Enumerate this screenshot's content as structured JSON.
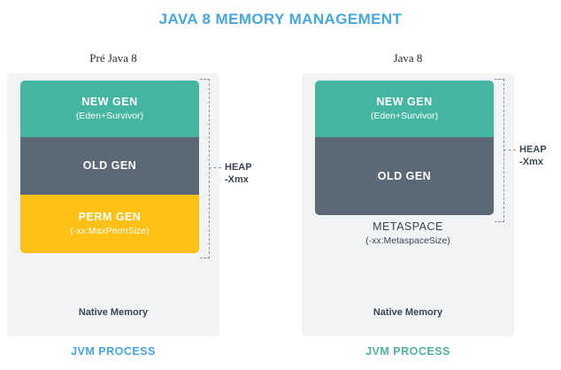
{
  "title": "JAVA 8 MEMORY MANAGEMENT",
  "colors": {
    "title_blue": "#45a8e0",
    "new_gen": "#44b5a0",
    "old_gen": "#5b6875",
    "perm_gen": "#fdc016",
    "container_gray": "#f2f3f5",
    "text_dark": "#3b4654",
    "bracket_gray": "#8d95a0",
    "jvm_process_left": "#45a8e0",
    "jvm_process_right": "#4fb3a0"
  },
  "columns": [
    {
      "heading": "Pré Java 8",
      "blocks": [
        {
          "title": "NEW GEN",
          "sub": "(Eden+Survivor)",
          "color_key": "new_gen"
        },
        {
          "title": "OLD GEN",
          "sub": "",
          "color_key": "old_gen"
        },
        {
          "title": "PERM GEN",
          "sub": "(-xx:MaxPermSize)",
          "color_key": "perm_gen"
        }
      ],
      "plain_labels": [],
      "native_memory": "Native Memory",
      "heap_label_title": "HEAP",
      "heap_label_flag": "-Xmx",
      "jvm_process": "JVM PROCESS"
    },
    {
      "heading": "Java 8",
      "blocks": [
        {
          "title": "NEW GEN",
          "sub": "(Eden+Survivor)",
          "color_key": "new_gen"
        },
        {
          "title": "OLD GEN",
          "sub": "",
          "color_key": "old_gen"
        }
      ],
      "plain_labels": [
        {
          "title": "METASPACE",
          "sub": "(-xx:MetaspaceSize)"
        }
      ],
      "native_memory": "Native Memory",
      "heap_label_title": "HEAP",
      "heap_label_flag": "-Xmx",
      "jvm_process": "JVM PROCESS"
    }
  ]
}
